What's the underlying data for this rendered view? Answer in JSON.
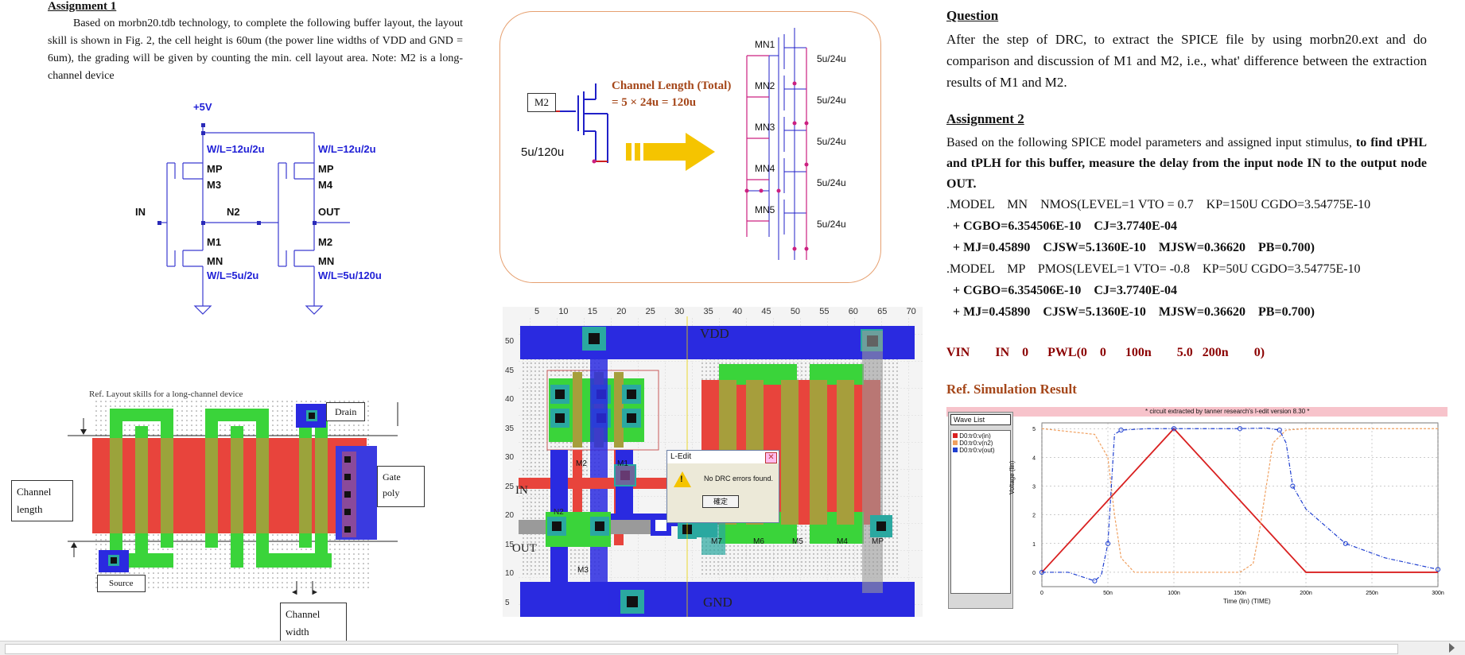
{
  "assignment1": {
    "title": "Assignment 1",
    "text": "Based on morbn20.tdb technology, to complete the following buffer layout, the layout skill is shown in Fig. 2, the cell height is 60um (the power line widths of VDD and GND = 6um), the grading will be given by counting the min. cell layout area. Note: M2 is a long-channel device"
  },
  "schematic": {
    "vdd": "+5V",
    "wl_p1": "W/L=12u/2u",
    "wl_p2": "W/L=12u/2u",
    "mp1": "MP",
    "mp2": "MP",
    "m3": "M3",
    "m4": "M4",
    "in": "IN",
    "n2": "N2",
    "out": "OUT",
    "m1": "M1",
    "m2": "M2",
    "mn1": "MN",
    "mn2": "MN",
    "wl_n1": "W/L=5u/2u",
    "wl_n2": "W/L=5u/120u"
  },
  "transform": {
    "m2": "M2",
    "size": "5u/120u",
    "channel_title": "Channel Length (Total)",
    "channel_eq": "= 5 × 24u = 120u",
    "mn": [
      "MN1",
      "MN2",
      "MN3",
      "MN4",
      "MN5"
    ],
    "sizes": [
      "5u/24u",
      "5u/24u",
      "5u/24u",
      "5u/24u",
      "5u/24u"
    ]
  },
  "longchannel": {
    "caption": "Ref. Layout skills for a long-channel device",
    "drain": "Drain",
    "gate": "Gate poly",
    "channel_length": "Channel length",
    "source": "Source",
    "channel_width": "Channel width"
  },
  "layout": {
    "ruler": [
      "5",
      "10",
      "15",
      "20",
      "25",
      "30",
      "35",
      "40",
      "45",
      "50",
      "55",
      "60",
      "65",
      "70"
    ],
    "yruler": [
      "50",
      "45",
      "40",
      "35",
      "30",
      "25",
      "20",
      "15",
      "10",
      "5"
    ],
    "vdd": "VDD",
    "gnd": "GND",
    "in": "IN",
    "out": "OUT",
    "n2": "N2",
    "dialog_title": "L-Edit",
    "dialog_msg": "No DRC errors found.",
    "dialog_ok": "確定",
    "tags": [
      "M1",
      "M2",
      "M3",
      "M4",
      "M5",
      "M6",
      "M7",
      "MP"
    ]
  },
  "question": {
    "title": "Question",
    "text": "After the step of DRC, to extract the SPICE file by using morbn20.ext and do comparison and discussion of M1 and M2, i.e., what' difference between the extraction results of M1 and M2."
  },
  "assignment2": {
    "title": "Assignment 2",
    "text_plain": "Based on the following SPICE model parameters and assigned input stimulus,",
    "text_bold": " to find tPHL and tPLH for this buffer, measure the delay from the input node IN to the output node OUT.",
    "model_lines": [
      ".MODEL    MN    NMOS(LEVEL=1 VTO = 0.7    KP=150U CGDO=3.54775E-10",
      "  + CGBO=6.354506E-10    CJ=3.7740E-04",
      "  + MJ=0.45890    CJSW=5.1360E-10    MJSW=0.36620    PB=0.700)",
      ".MODEL    MP    PMOS(LEVEL=1 VTO= -0.8    KP=50U CGDO=3.54775E-10",
      "  + CGBO=6.354506E-10    CJ=3.7740E-04",
      "  + MJ=0.45890    CJSW=5.1360E-10    MJSW=0.36620    PB=0.700)"
    ],
    "vin": "VIN        IN    0      PWL(0    0      100n        5.0   200n        0)"
  },
  "sim": {
    "title": "Ref. Simulation Result",
    "header": "* circuit extracted by tanner research's l-edit version 8.30 *",
    "wave_list": "Wave List",
    "waves": [
      "D0:tr0:v(in)",
      "D0:tr0:v(n2)",
      "D0:tr0:v(out)"
    ],
    "ylabel": "Voltage (lin)",
    "xlabel": "Time (lin) (TIME)",
    "yticks": [
      "5",
      "4",
      "3",
      "2",
      "1",
      "0"
    ],
    "xticks": [
      "0",
      "50n",
      "100n",
      "150n",
      "200n",
      "250n",
      "300n"
    ]
  },
  "chart_data": {
    "type": "line",
    "title": "* circuit extracted by tanner research's l-edit version 8.30 *",
    "xlabel": "Time (lin) (TIME)",
    "ylabel": "Voltage (lin)",
    "xlim": [
      0,
      300
    ],
    "ylim": [
      -0.5,
      5.2
    ],
    "series": [
      {
        "name": "D0:tr0:v(in)",
        "color": "#d92020",
        "x": [
          0,
          100,
          200,
          300
        ],
        "y": [
          0,
          5,
          0,
          0
        ]
      },
      {
        "name": "D0:tr0:v(n2)",
        "color": "#f0a060",
        "x": [
          0,
          40,
          50,
          55,
          60,
          70,
          150,
          160,
          165,
          175,
          185,
          200,
          300
        ],
        "y": [
          5,
          4.8,
          4,
          2,
          0.5,
          0,
          0,
          0.3,
          1.5,
          4.5,
          4.95,
          5,
          5
        ]
      },
      {
        "name": "D0:tr0:v(out)",
        "color": "#1f3fd0",
        "x": [
          0,
          20,
          40,
          45,
          50,
          55,
          60,
          80,
          100,
          130,
          150,
          170,
          180,
          185,
          190,
          200,
          230,
          260,
          300
        ],
        "y": [
          0,
          0,
          -0.3,
          -0.1,
          1,
          4.8,
          4.95,
          5,
          5,
          5,
          5,
          5.02,
          4.95,
          4.5,
          3,
          2.2,
          1,
          0.5,
          0.1
        ]
      }
    ],
    "xticks": [
      "0",
      "50n",
      "100n",
      "150n",
      "200n",
      "250n",
      "300n"
    ],
    "yticks": [
      "0",
      "1",
      "2",
      "3",
      "4",
      "5"
    ],
    "grid": true
  }
}
